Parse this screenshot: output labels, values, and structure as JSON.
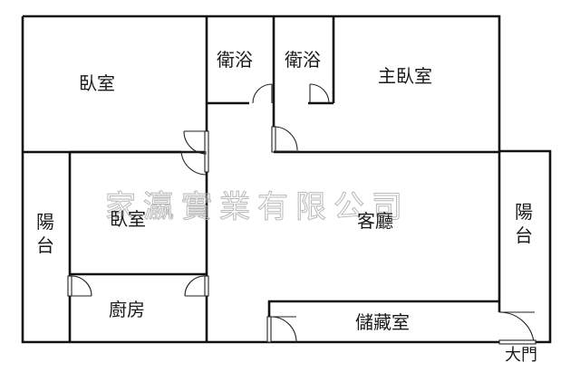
{
  "rooms": {
    "bedroom_top_left": "臥室",
    "bath_1": "衛浴",
    "bath_2": "衛浴",
    "master_bedroom": "主臥室",
    "balcony_left": "陽台",
    "bedroom_middle": "臥室",
    "living_room": "客廳",
    "balcony_right": "陽台",
    "kitchen": "廚房",
    "storage": "儲藏室"
  },
  "labels": {
    "main_door": "大門",
    "watermark": "家瀛實業有限公司"
  }
}
